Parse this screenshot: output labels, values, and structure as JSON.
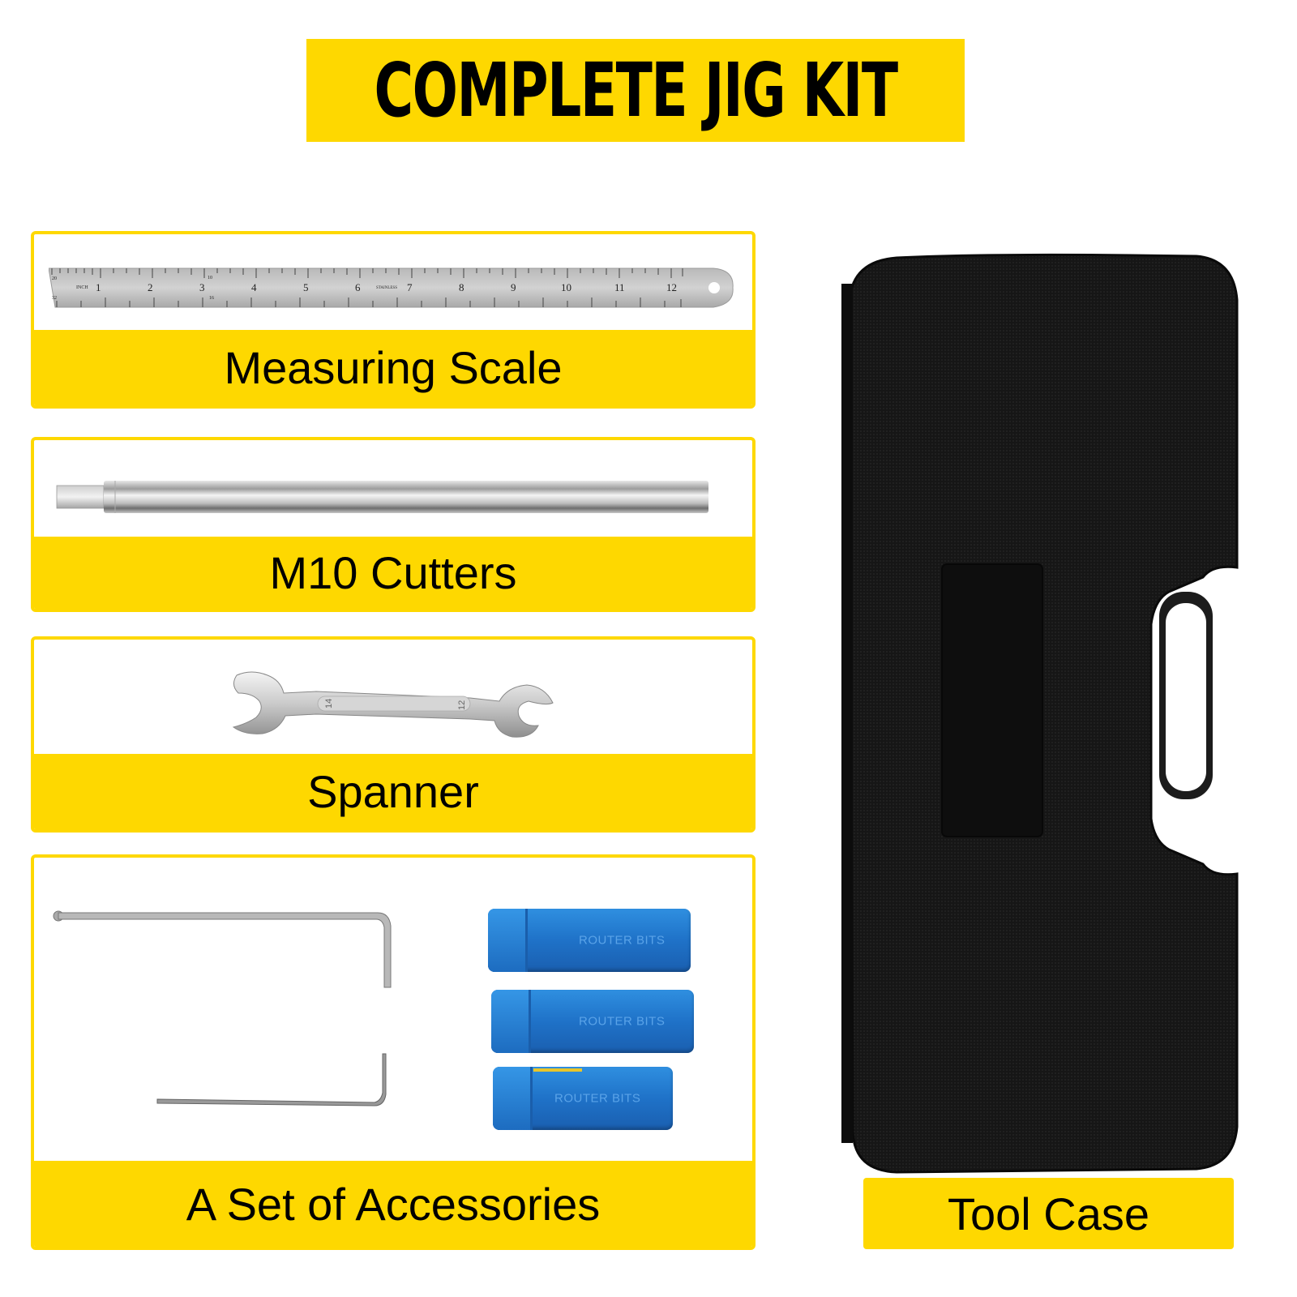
{
  "header": {
    "title": "COMPLETE JIG KIT"
  },
  "colors": {
    "accent_yellow": "#FED800",
    "text": "#000000",
    "background": "#FFFFFF",
    "case_black": "#141414",
    "router_box_blue": "#1f72c8"
  },
  "panels": [
    {
      "label": "Measuring Scale",
      "image": "steel-ruler",
      "ruler": {
        "unit_label": "INCH",
        "brand_text": "STAINLESS",
        "inch_marks": [
          "1",
          "2",
          "3",
          "4",
          "5",
          "6",
          "7",
          "8",
          "9",
          "10",
          "11",
          "12"
        ],
        "left_scale_top": "20",
        "left_scale_bottom": "32",
        "mid_scale_top": "10",
        "mid_scale_bottom": "16"
      }
    },
    {
      "label": "M10 Cutters",
      "image": "cutter-rod"
    },
    {
      "label": "Spanner",
      "image": "double-open-end-wrench",
      "wrench": {
        "left_size": "14",
        "right_size": "12"
      }
    },
    {
      "label": "A Set of Accessories",
      "image": "hex-keys-and-router-bit-boxes",
      "router_boxes": [
        {
          "text": "ROUTER BITS"
        },
        {
          "text": "ROUTER BITS"
        },
        {
          "text": "ROUTER BITS"
        }
      ]
    }
  ],
  "tool_case": {
    "label": "Tool Case",
    "image": "black-plastic-carry-case"
  }
}
